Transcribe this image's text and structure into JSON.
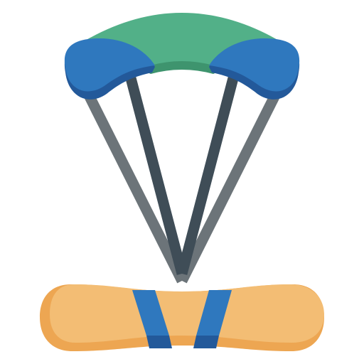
{
  "icon": {
    "name": "kiteboarding-icon",
    "parts": [
      "kite-canopy",
      "kite-lines",
      "kiteboard",
      "board-straps"
    ]
  },
  "colors": {
    "canopy_green": "#52b088",
    "canopy_green_shadow": "#3e946e",
    "canopy_blue": "#2f78be",
    "canopy_blue_shadow": "#23599a",
    "line_outer": "#6c7479",
    "line_inner": "#3f4d57",
    "board": "#f3bd74",
    "board_shadow": "#eda652",
    "strap": "#2f78be",
    "strap_shadow": "#23599a"
  }
}
